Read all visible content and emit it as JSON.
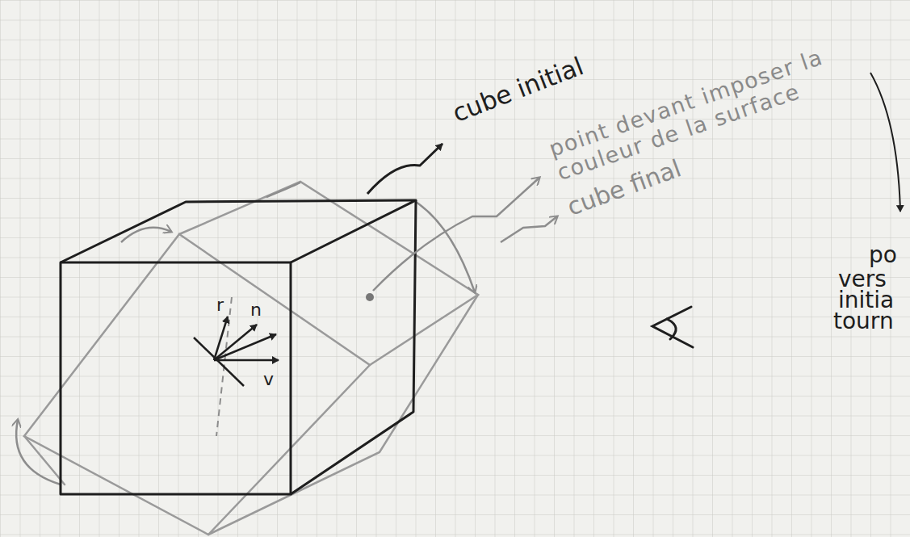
{
  "diagram": {
    "labels": [
      "cube initial",
      "point devant imposer la couleur de la surface",
      "cube final",
      "r",
      "n",
      "v",
      "po",
      "vers",
      "initia",
      "tourn"
    ]
  }
}
